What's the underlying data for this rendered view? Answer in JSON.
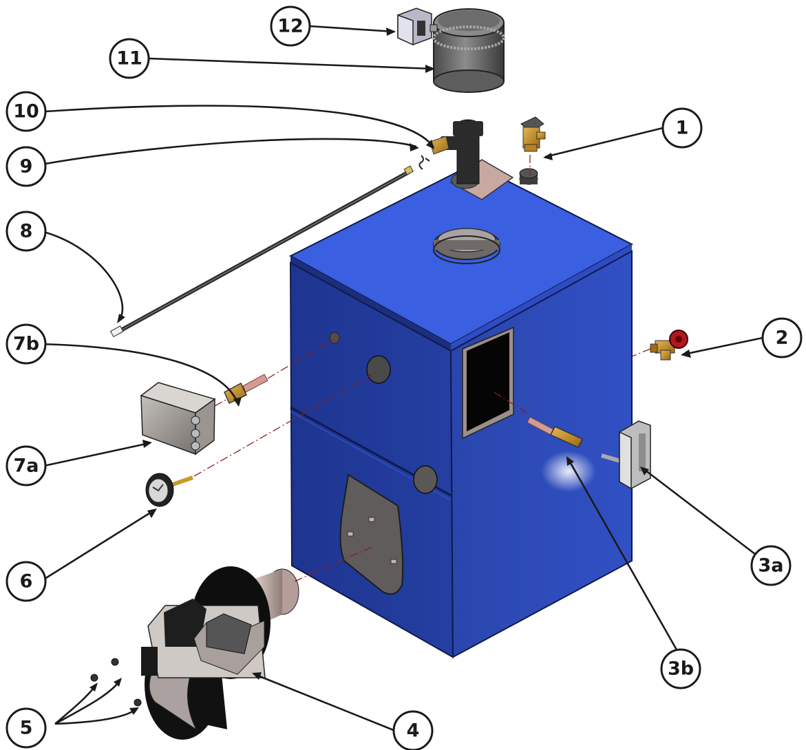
{
  "callouts": [
    {
      "id": "12",
      "label": "12",
      "part": "draft-control"
    },
    {
      "id": "11",
      "label": "11",
      "part": "flue-collar"
    },
    {
      "id": "10",
      "label": "10",
      "part": "drain-valve-tee"
    },
    {
      "id": "9",
      "label": "9",
      "part": "wire-clip"
    },
    {
      "id": "1",
      "label": "1",
      "part": "relief-valve"
    },
    {
      "id": "8",
      "label": "8",
      "part": "sensor-probe-rod"
    },
    {
      "id": "7b",
      "label": "7b",
      "part": "immersion-well"
    },
    {
      "id": "2",
      "label": "2",
      "part": "boiler-drain-valve"
    },
    {
      "id": "7a",
      "label": "7a",
      "part": "control-box"
    },
    {
      "id": "6",
      "label": "6",
      "part": "temperature-pressure-gauge"
    },
    {
      "id": "3a",
      "label": "3a",
      "part": "limit-control"
    },
    {
      "id": "3b",
      "label": "3b",
      "part": "sensor-well"
    },
    {
      "id": "5",
      "label": "5",
      "part": "mounting-nuts"
    },
    {
      "id": "4",
      "label": "4",
      "part": "oil-burner"
    }
  ],
  "colors": {
    "boiler_front": "#2b48b2",
    "boiler_left": "#22399a",
    "boiler_top": "#3a5fe0",
    "brass": "#c8922a",
    "callout_stroke": "#1a1a1a",
    "axis_dash": "#8a1f1f"
  }
}
